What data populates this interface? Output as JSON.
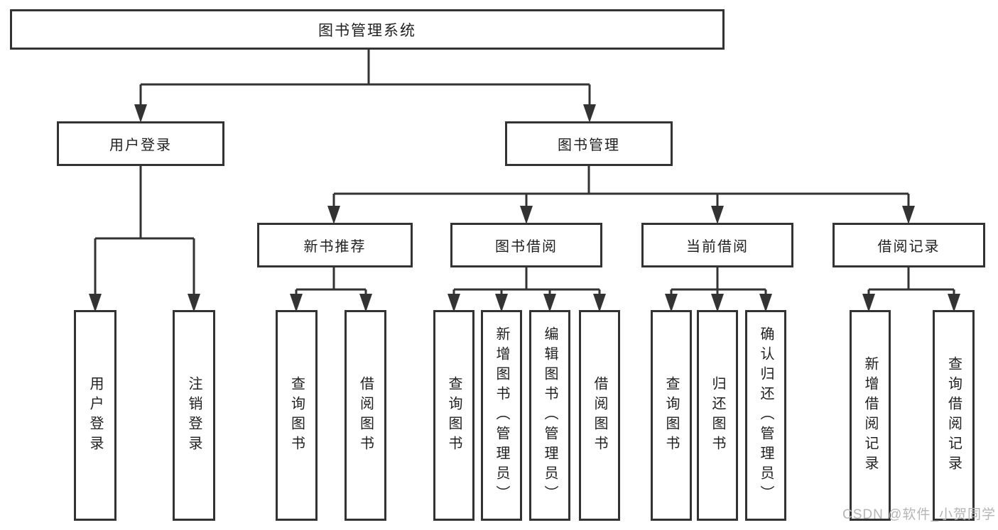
{
  "diagram": {
    "root": {
      "label": "图书管理系统"
    },
    "branches": [
      {
        "label": "用户登录",
        "children": [
          {
            "label": "用户登录"
          },
          {
            "label": "注销登录"
          }
        ]
      },
      {
        "label": "图书管理",
        "children": [
          {
            "label": "新书推荐",
            "children": [
              {
                "label": "查询图书"
              },
              {
                "label": "借阅图书"
              }
            ]
          },
          {
            "label": "图书借阅",
            "children": [
              {
                "label": "查询图书"
              },
              {
                "label": "新增图书（管理员）"
              },
              {
                "label": "编辑图书（管理员）"
              },
              {
                "label": "借阅图书"
              }
            ]
          },
          {
            "label": "当前借阅",
            "children": [
              {
                "label": "查询图书"
              },
              {
                "label": "归还图书"
              },
              {
                "label": "确认归还（管理员）"
              }
            ]
          },
          {
            "label": "借阅记录",
            "children": [
              {
                "label": "新增借阅记录"
              },
              {
                "label": "查询借阅记录"
              }
            ]
          }
        ]
      }
    ]
  },
  "watermark": {
    "text": "CSDN @软件_小贺同学"
  },
  "colors": {
    "line": "#333333",
    "box_border": "#333333",
    "box_background": "#ffffff",
    "text": "#1f1f1f",
    "watermark_text": "#b5b5b5"
  }
}
